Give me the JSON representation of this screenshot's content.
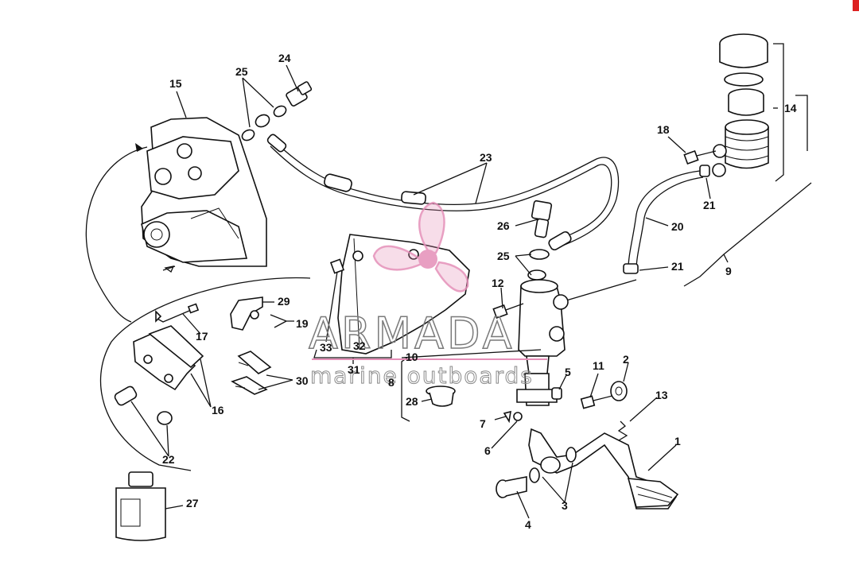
{
  "watermark": {
    "brand": "ARMADA",
    "tagline": "marine outboards",
    "logo_color": "#e58fb8"
  },
  "callouts": {
    "c1": "1",
    "c2": "2",
    "c3": "3",
    "c4": "4",
    "c5": "5",
    "c6": "6",
    "c7": "7",
    "c8": "8",
    "c9": "9",
    "c10": "10",
    "c11": "11",
    "c12": "12",
    "c13": "13",
    "c14": "14",
    "c15": "15",
    "c16": "16",
    "c17": "17",
    "c18": "18",
    "c19": "19",
    "c20": "20",
    "c21": "21",
    "c22": "22",
    "c23": "23",
    "c24": "24",
    "c25": "25",
    "c26": "26",
    "c27": "27",
    "c28": "28",
    "c29": "29",
    "c30": "30",
    "c31": "31",
    "c32": "32",
    "c33": "33"
  }
}
